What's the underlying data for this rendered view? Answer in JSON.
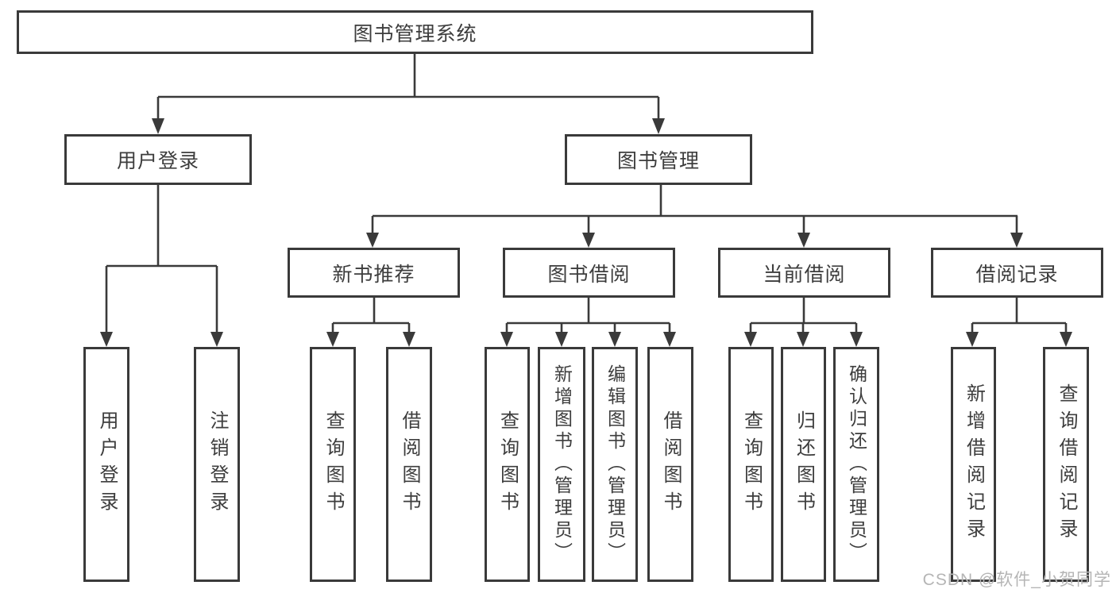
{
  "diagram": {
    "root": {
      "label": "图书管理系统"
    },
    "branches": {
      "user_login": {
        "label": "用户登录"
      },
      "book_management": {
        "label": "图书管理"
      }
    },
    "modules": {
      "new_book_recommend": {
        "label": "新书推荐"
      },
      "book_borrow": {
        "label": "图书借阅"
      },
      "current_borrow": {
        "label": "当前借阅"
      },
      "borrow_record": {
        "label": "借阅记录"
      }
    },
    "functions": {
      "login": {
        "label": "用户登录"
      },
      "logout": {
        "label": "注销登录"
      },
      "recommend_query_book": {
        "label": "查询图书"
      },
      "recommend_borrow_book": {
        "label": "借阅图书"
      },
      "borrow_query_book": {
        "label": "查询图书"
      },
      "borrow_add_book": {
        "label": "新增图书（管理员）"
      },
      "borrow_edit_book": {
        "label": "编辑图书（管理员）"
      },
      "borrow_borrow_book": {
        "label": "借阅图书"
      },
      "current_query_book": {
        "label": "查询图书"
      },
      "current_return_book": {
        "label": "归还图书"
      },
      "current_confirm_return": {
        "label": "确认归还（管理员）"
      },
      "record_add_record": {
        "label": "新增借阅记录"
      },
      "record_query_record": {
        "label": "查询借阅记录"
      }
    }
  },
  "watermark": {
    "text": "CSDN @软件_小贺同学"
  },
  "colors": {
    "line": "#3a3a3a",
    "text": "#3d3d3d",
    "watermark": "#b5b5b5",
    "background": "#ffffff"
  }
}
